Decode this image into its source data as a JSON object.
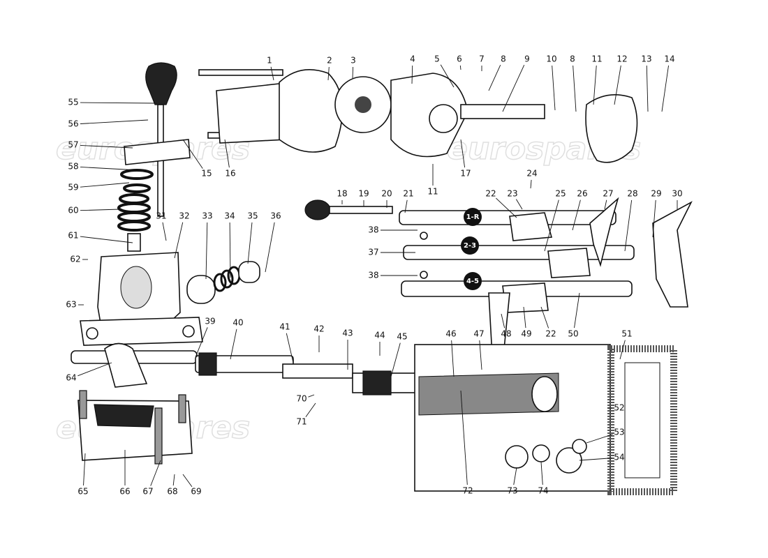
{
  "watermark": "eurospares",
  "gear_badges": [
    "1-R",
    "2-3",
    "4-5"
  ],
  "part_labels": [
    "1",
    "2",
    "3",
    "4",
    "5",
    "6",
    "7",
    "8",
    "9",
    "10",
    "8",
    "11",
    "12",
    "13",
    "14",
    "55",
    "56",
    "57",
    "58",
    "59",
    "60",
    "61",
    "62",
    "63",
    "64",
    "65",
    "66",
    "67",
    "68",
    "69",
    "15",
    "16",
    "17",
    "11",
    "24",
    "18",
    "19",
    "20",
    "21",
    "22",
    "23",
    "25",
    "26",
    "27",
    "28",
    "29",
    "30",
    "31",
    "32",
    "33",
    "34",
    "35",
    "36",
    "38",
    "37",
    "38",
    "22",
    "50",
    "48",
    "49",
    "39",
    "40",
    "41",
    "42",
    "43",
    "44",
    "45",
    "46",
    "47",
    "51",
    "52",
    "53",
    "54",
    "70",
    "71",
    "72",
    "73",
    "74"
  ]
}
